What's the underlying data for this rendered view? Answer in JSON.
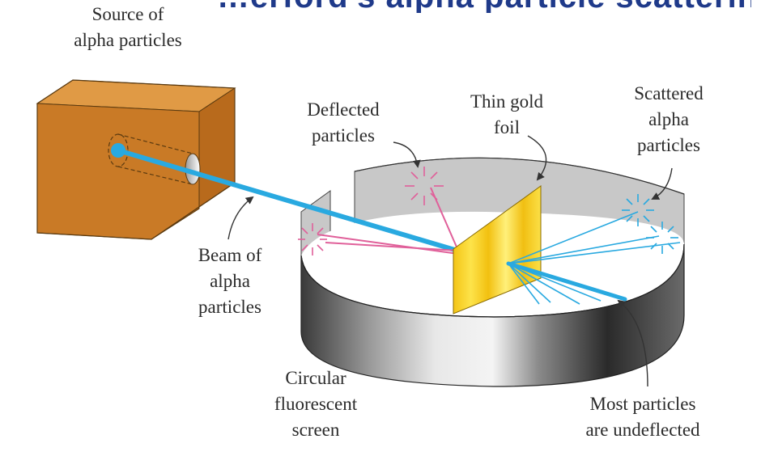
{
  "heading_fragment": "…erford's alpha particle scattering exp…",
  "labels": {
    "source": [
      "Source of",
      "alpha particles"
    ],
    "deflected": [
      "Deflected",
      "particles"
    ],
    "foil": [
      "Thin gold",
      "foil"
    ],
    "scattered": [
      "Scattered",
      "alpha",
      "particles"
    ],
    "beam": [
      "Beam of",
      "alpha",
      "particles"
    ],
    "screen": [
      "Circular",
      "fluorescent",
      "screen"
    ],
    "undeflected": [
      "Most particles",
      "are undeflected"
    ]
  },
  "colors": {
    "box_front": "#c97a26",
    "box_top": "#e09a45",
    "box_side": "#b86a1c",
    "beam": "#29a9e0",
    "deflected": "#e0609a",
    "foil": "#f7d51c",
    "screen_inner": "#c8c8c8",
    "screen_outer_dark": "#2e2e2e",
    "heading": "#1f3a8a"
  }
}
